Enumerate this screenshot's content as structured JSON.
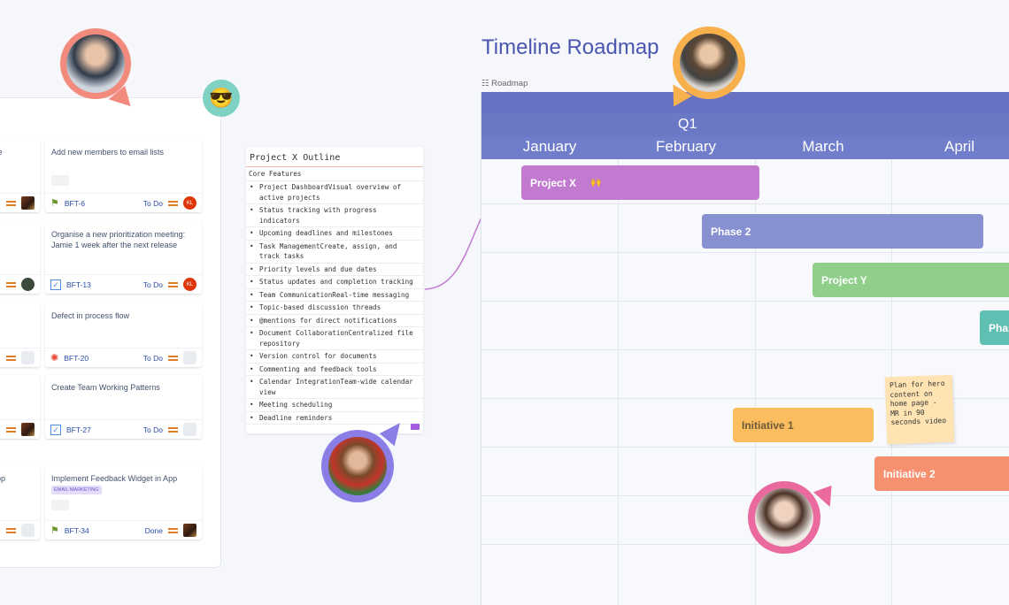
{
  "board": {
    "cards": [
      {
        "title": "Add new members to email lists",
        "key": "BFT-6",
        "status": "To Do",
        "icon": "story-bookmark-icon",
        "assignee": "KL"
      },
      {
        "title": "Organise a new prioritization meeting: Jamie   1 week after the next release",
        "key": "BFT-13",
        "status": "To Do",
        "icon": "task-checkbox-icon",
        "assignee": "KL"
      },
      {
        "title": "Defect in process flow",
        "key": "BFT-20",
        "status": "To Do",
        "icon": "bug-icon",
        "assignee": ""
      },
      {
        "title": "Create Team Working Patterns",
        "key": "BFT-27",
        "status": "To Do",
        "icon": "task-checkbox-icon",
        "assignee": ""
      },
      {
        "title": "Implement Feedback Widget in App",
        "label": "EMAIL MARKETING",
        "key": "BFT-34",
        "status": "Done",
        "icon": "story-bookmark-icon",
        "assignee": ""
      }
    ],
    "left_fragments": [
      "ate",
      "e",
      "App"
    ]
  },
  "outline": {
    "title": "Project X Outline",
    "section": "Core Features",
    "items": [
      "Project DashboardVisual overview of active projects",
      "Status tracking with progress indicators",
      "Upcoming deadlines and milestones",
      "Task ManagementCreate, assign, and track tasks",
      "Priority levels and due dates",
      "Status updates and completion tracking",
      "Team CommunicationReal-time messaging",
      "Topic-based discussion threads",
      "@mentions for direct notifications",
      "Document CollaborationCentralized file repository",
      "Version control for documents",
      "Commenting and feedback tools",
      "Calendar IntegrationTeam-wide calendar view",
      "Meeting scheduling",
      "Deadline reminders"
    ]
  },
  "roadmap": {
    "title": "Timeline Roadmap",
    "label": "Roadmap",
    "quarter": "Q1",
    "months": [
      "January",
      "February",
      "March",
      "April"
    ],
    "bars": [
      {
        "name": "Project X",
        "color": "#c27ad0"
      },
      {
        "name": "Phase 2",
        "color": "#8791d2"
      },
      {
        "name": "Project Y",
        "color": "#8fcf8a"
      },
      {
        "name": "Phase",
        "color": "#5fbfb2"
      },
      {
        "name": "Initiative 1",
        "color": "#fbbd5e"
      },
      {
        "name": "Initiative 2",
        "color": "#f7906e"
      }
    ],
    "sticky_note": "Plan for hero content on home page - MR in 90 seconds video"
  },
  "colors": {
    "header": "#6773c2",
    "title": "#4a56b0"
  }
}
